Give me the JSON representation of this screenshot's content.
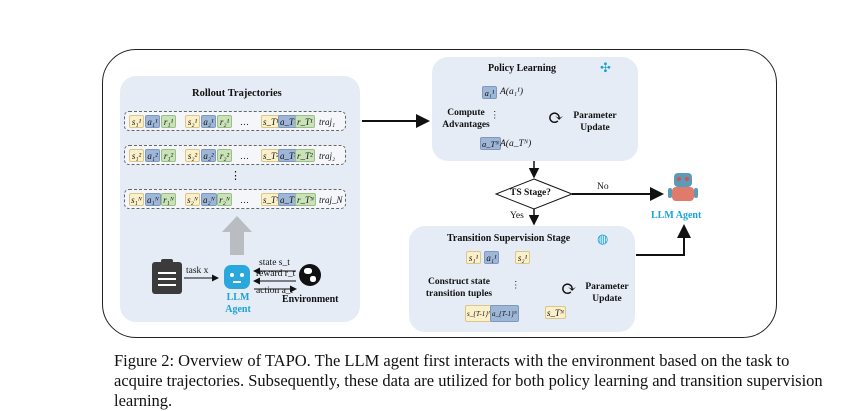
{
  "rollout": {
    "title": "Rollout Trajectories",
    "rows": [
      {
        "tokens": [
          "s₁¹",
          "a₁¹",
          "r₁¹",
          "s₂¹",
          "a₂¹",
          "r₂¹",
          "…",
          "s_T¹",
          "a_T¹",
          "r_T¹"
        ],
        "label": "traj₁"
      },
      {
        "tokens": [
          "s₁²",
          "a₁²",
          "r₁²",
          "s₂²",
          "a₂²",
          "r₂²",
          "…",
          "s_T²",
          "a_T²",
          "r_T²"
        ],
        "label": "traj₂"
      },
      {
        "tokens": [
          "s₁ᴺ",
          "a₁ᴺ",
          "r₁ᴺ",
          "s₂ᴺ",
          "a₂ᴺ",
          "r₂ᴺ",
          "…",
          "s_Tᴺ",
          "a_Tᴺ",
          "r_Tᴺ"
        ],
        "label": "traj_N"
      }
    ],
    "vdots": "⋮"
  },
  "agent": {
    "task": "task x",
    "state": "state s_t",
    "reward": "reward r_t",
    "action": "action a_t",
    "llm_agent_label": "LLM Agent",
    "environment": "Environment"
  },
  "policy": {
    "title": "Policy Learning",
    "top_token": "a₁¹",
    "top_adv": "A(a₁¹)",
    "compute": "Compute Advantages",
    "bottom_token": "a_Tᴺ",
    "bottom_adv": "A(a_Tᴺ)",
    "param": "Parameter Update"
  },
  "ts_stage": {
    "question": "TS Stage?",
    "no": "No",
    "yes": "Yes"
  },
  "llm_agent_right": "LLM Agent",
  "transition": {
    "title": "Transition Supervision Stage",
    "top": [
      "s₁¹",
      "a₁¹",
      "s₂¹"
    ],
    "construct": "Construct state transition tuples",
    "bottom": [
      "s_{T-1}ᴺ",
      "a_{T-1}ᴺ",
      "s_Tᴺ"
    ],
    "param": "Parameter Update"
  },
  "caption": "Figure 2: Overview of TAPO. The LLM agent first interacts with the environment based on the task to acquire trajectories. Subsequently, these data are utilized for both policy learning and transition supervision learning.",
  "colors": {
    "panel": "#e6ecf6",
    "state": "#fbf0c9",
    "action": "#9eb7d8",
    "reward": "#c9e2b8",
    "accent": "#1aa3d9"
  }
}
